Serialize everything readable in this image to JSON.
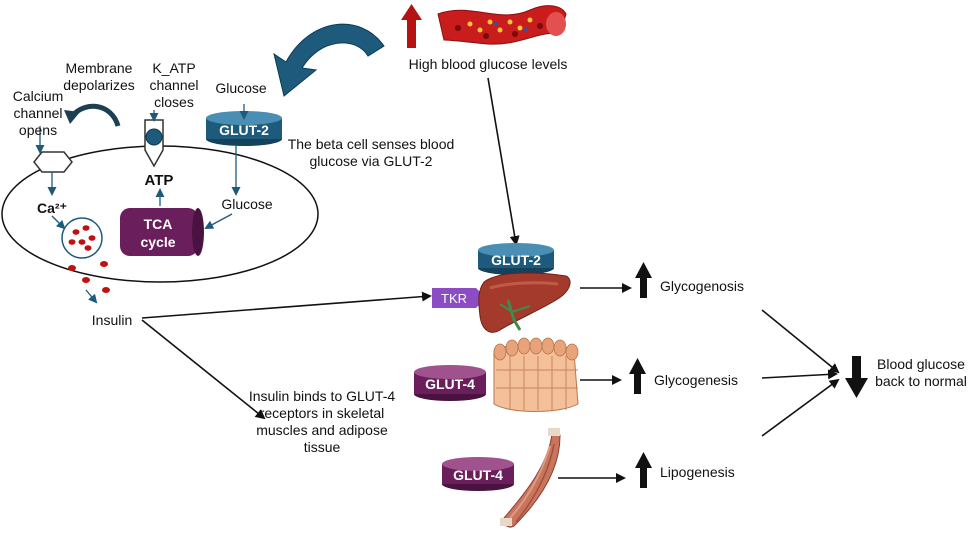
{
  "labels": {
    "calcium": [
      "Calcium",
      "channel",
      "opens"
    ],
    "membrane": [
      "Membrane",
      "depolarizes"
    ],
    "katp": [
      "K_ATP",
      "channel",
      "closes"
    ],
    "glucose_top": "Glucose",
    "glucose_inner": "Glucose",
    "atp": "ATP",
    "ca": "Ca²⁺",
    "tca": [
      "TCA",
      "cycle"
    ],
    "high_blood": "High blood glucose levels",
    "beta_senses": [
      "The beta cell senses blood",
      "glucose via GLUT-2"
    ],
    "insulin": "Insulin",
    "insulin_binds": [
      "Insulin binds to GLUT-4",
      "receptors in skeletal",
      "muscles and adipose",
      "tissue"
    ],
    "glycogenosis": "Glycogenosis",
    "glycogenesis": "Glycogenesis",
    "lipogenesis": "Lipogenesis",
    "back_normal": [
      "Blood glucose",
      "back to normal"
    ],
    "tkr": "TKR"
  },
  "transporters": {
    "cell": "GLUT-2",
    "liver": "GLUT-2",
    "adipose": "GLUT-4",
    "muscle": "GLUT-4"
  },
  "colors": {
    "glut2": "#1d5a7c",
    "glut4": "#6a1f5c",
    "tca": "#6a1f5c",
    "tkr": "#8c4cc4",
    "up_arrow_red": "#b51212",
    "cell_arrow": "#1d5a7c"
  }
}
